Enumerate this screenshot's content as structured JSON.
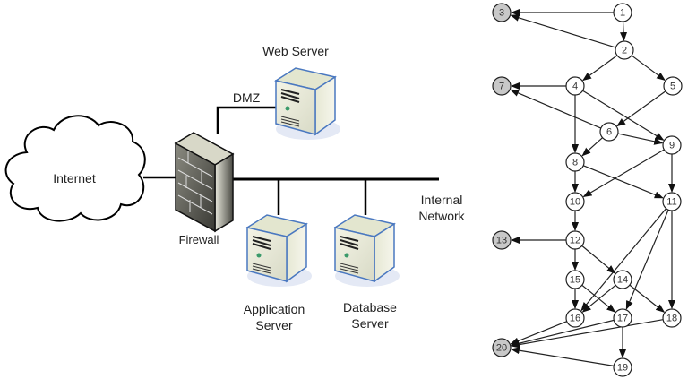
{
  "network": {
    "internet_label": "Internet",
    "firewall_label": "Firewall",
    "dmz_label": "DMZ",
    "web_server_label": "Web Server",
    "internal_network_label_line1": "Internal",
    "internal_network_label_line2": "Network",
    "app_server_label_line1": "Application",
    "app_server_label_line2": "Server",
    "db_server_label_line1": "Database",
    "db_server_label_line2": "Server"
  },
  "graph": {
    "shaded_fill": "#c8c8c8",
    "plain_fill": "#ffffff",
    "nodes": [
      {
        "id": "1",
        "shaded": false
      },
      {
        "id": "2",
        "shaded": false
      },
      {
        "id": "3",
        "shaded": true
      },
      {
        "id": "4",
        "shaded": false
      },
      {
        "id": "5",
        "shaded": false
      },
      {
        "id": "6",
        "shaded": false
      },
      {
        "id": "7",
        "shaded": true
      },
      {
        "id": "8",
        "shaded": false
      },
      {
        "id": "9",
        "shaded": false
      },
      {
        "id": "10",
        "shaded": false
      },
      {
        "id": "11",
        "shaded": false
      },
      {
        "id": "12",
        "shaded": false
      },
      {
        "id": "13",
        "shaded": true
      },
      {
        "id": "14",
        "shaded": false
      },
      {
        "id": "15",
        "shaded": false
      },
      {
        "id": "16",
        "shaded": false
      },
      {
        "id": "17",
        "shaded": false
      },
      {
        "id": "18",
        "shaded": false
      },
      {
        "id": "19",
        "shaded": false
      },
      {
        "id": "20",
        "shaded": true
      }
    ],
    "edges": [
      [
        "1",
        "3"
      ],
      [
        "1",
        "2"
      ],
      [
        "2",
        "3"
      ],
      [
        "2",
        "4"
      ],
      [
        "2",
        "5"
      ],
      [
        "4",
        "7"
      ],
      [
        "4",
        "8"
      ],
      [
        "4",
        "9"
      ],
      [
        "5",
        "6"
      ],
      [
        "6",
        "7"
      ],
      [
        "6",
        "8"
      ],
      [
        "6",
        "9"
      ],
      [
        "8",
        "10"
      ],
      [
        "8",
        "11"
      ],
      [
        "9",
        "10"
      ],
      [
        "9",
        "11"
      ],
      [
        "10",
        "12"
      ],
      [
        "11",
        "16"
      ],
      [
        "11",
        "17"
      ],
      [
        "11",
        "18"
      ],
      [
        "12",
        "13"
      ],
      [
        "12",
        "15"
      ],
      [
        "12",
        "14"
      ],
      [
        "15",
        "16"
      ],
      [
        "15",
        "17"
      ],
      [
        "14",
        "16"
      ],
      [
        "14",
        "18"
      ],
      [
        "16",
        "20"
      ],
      [
        "17",
        "20"
      ],
      [
        "17",
        "19"
      ],
      [
        "18",
        "20"
      ],
      [
        "19",
        "20"
      ]
    ]
  }
}
